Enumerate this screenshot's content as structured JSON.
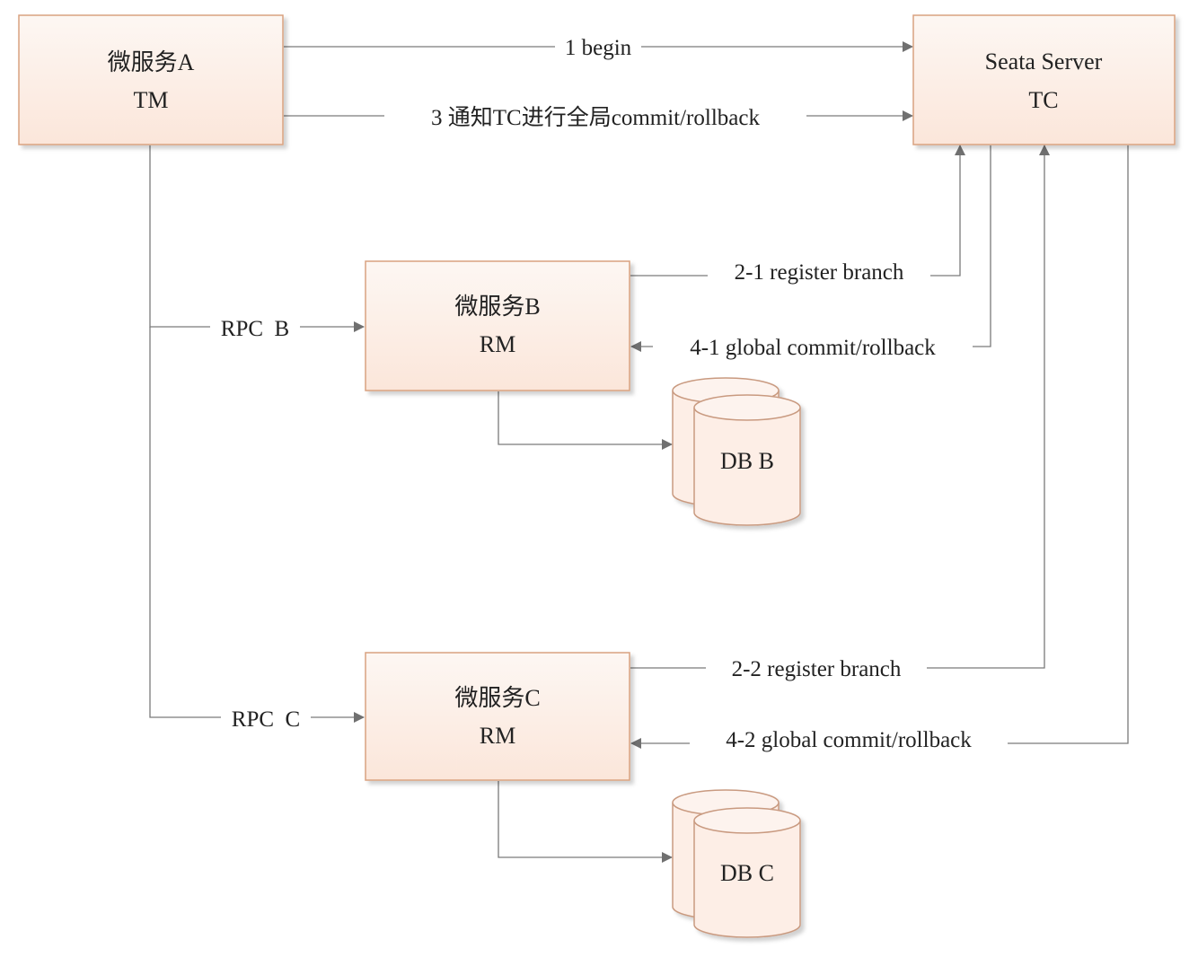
{
  "nodes": {
    "svc_a": {
      "line1": "微服务A",
      "line2": "TM"
    },
    "seata": {
      "line1": "Seata Server",
      "line2": "TC"
    },
    "svc_b": {
      "line1": "微服务B",
      "line2": "RM"
    },
    "svc_c": {
      "line1": "微服务C",
      "line2": "RM"
    },
    "db_b": {
      "label": "DB B"
    },
    "db_c": {
      "label": "DB C"
    }
  },
  "edges": {
    "begin": "1 begin",
    "notify": "3 通知TC进行全局commit/rollback",
    "rpc_b": "RPC  B",
    "rpc_c": "RPC  C",
    "register_b": "2-1 register branch",
    "commit_b": "4-1 global commit/rollback",
    "register_c": "2-2 register branch",
    "commit_c": "4-2 global commit/rollback"
  },
  "colors": {
    "box_fill_top": "#fdf7f3",
    "box_fill_bottom": "#fbe6da",
    "box_border": "#d9a280",
    "line": "#7a7a7a"
  }
}
